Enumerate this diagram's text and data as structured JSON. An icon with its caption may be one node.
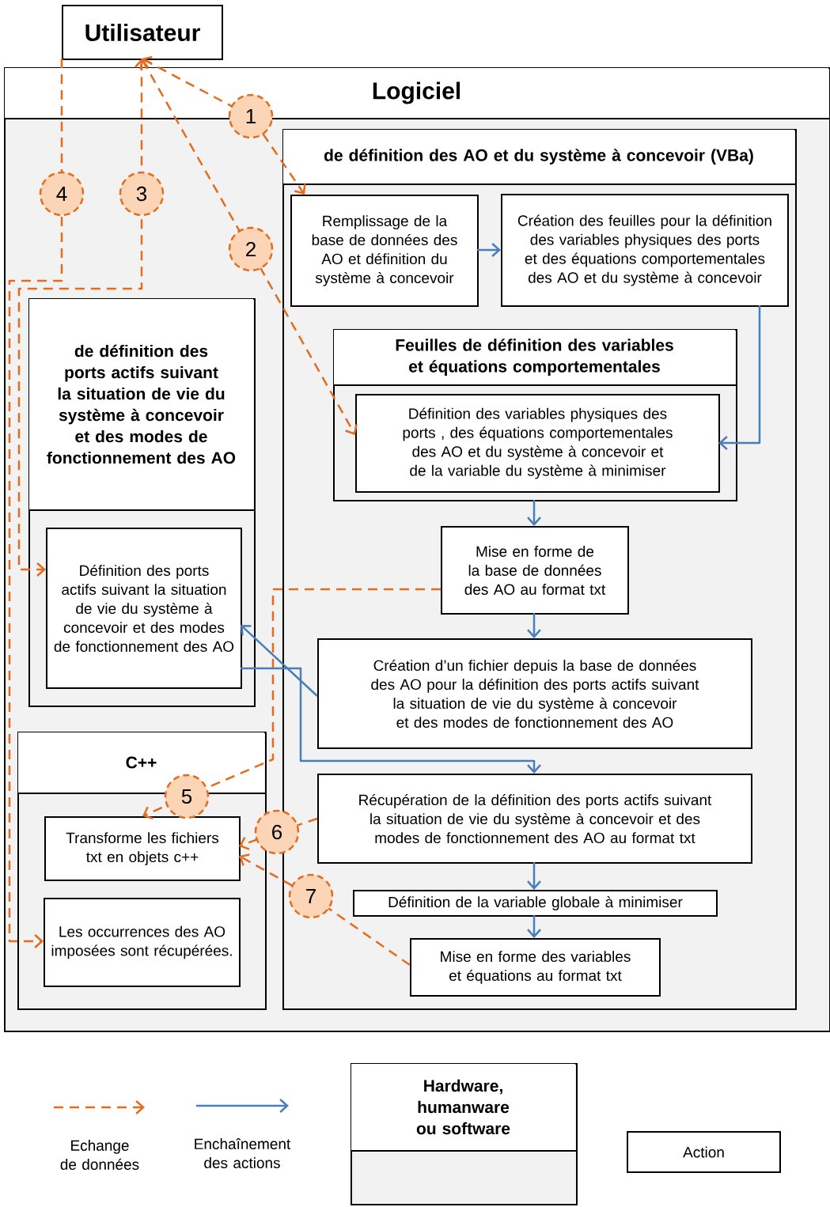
{
  "diagram": {
    "nodes": [
      {
        "text": [
          "Utilisateur"
        ]
      },
      {
        "text": [
          "Logiciel"
        ]
      },
      {
        "text": [
          "de définition des AO et du système à concevoir (VBa)"
        ],
        "in": 1
      },
      {
        "text": [
          "Remplissage de la base de données des AO et définition du système à concevoir"
        ],
        "in": 2
      },
      {
        "text": [
          "Création des feuilles pour la définition des variables physiques des ports et des équations comportementales des AO et du système à concevoir"
        ],
        "in": 2
      },
      {
        "text": [
          "Feuilles de définition des variables et équations comportementales"
        ],
        "in": 2
      },
      {
        "text": [
          "Définition des variables physiques des ports , des équations comportementales des AO et du système à concevoir et de la variable du système à minimiser"
        ],
        "in": 5
      },
      {
        "text": [
          "Mise en forme de la base de données des AO au format txt"
        ],
        "in": 2
      },
      {
        "text": [
          "Création d’un fichier depuis la base de données des AO pour la définition des ports actifs suivant la situation de vie du système à concevoir et des modes de fonctionnement des AO"
        ],
        "in": 2
      },
      {
        "text": [
          "Récupération de la définition des ports actifs suivant la situation de vie du système à concevoir et des modes de fonctionnement des AO au format txt"
        ],
        "in": 2
      },
      {
        "text": [
          "Définition de la variable globale à minimiser"
        ],
        "in": 2
      },
      {
        "text": [
          "Mise en forme des variables et équations au format txt"
        ],
        "in": 2
      },
      {
        "text": [
          "de définition des ports actifs suivant la situation de vie du système à concevoir et des modes de fonctionnement des AO"
        ],
        "in": 1
      },
      {
        "text": [
          "Définition des ports actifs suivant la situation de vie du système à concevoir et des modes de fonctionnement des AO"
        ],
        "in": 12
      },
      {
        "text": [
          "C++"
        ],
        "in": 1
      },
      {
        "text": [
          "Transforme les fichiers txt en objets c++"
        ],
        "in": 14
      },
      {
        "text": [
          "Les occurrences des AO imposées sont récupérées."
        ],
        "in": 14
      },
      {
        "text": [
          "Hardware, humanware ou software"
        ]
      },
      {
        "text": [
          "Action"
        ]
      }
    ],
    "edges": [
      {
        "from": 0,
        "to": 3,
        "arrow": "both",
        "label": "1",
        "style": "dashed",
        "color": "#e36c1e"
      },
      {
        "from": 0,
        "to": 6,
        "arrow": "both",
        "label": "2",
        "style": "dashed",
        "color": "#e36c1e"
      },
      {
        "from": 0,
        "to": 13,
        "arrow": "both",
        "label": "3",
        "style": "dashed",
        "color": "#e36c1e"
      },
      {
        "from": 0,
        "to": 16,
        "arrow": "to",
        "label": "4",
        "style": "dashed",
        "color": "#e36c1e"
      },
      {
        "from": 7,
        "to": 15,
        "arrow": "to",
        "label": "5",
        "style": "dashed",
        "color": "#e36c1e"
      },
      {
        "from": 9,
        "to": 15,
        "arrow": "to",
        "label": "6",
        "style": "dashed",
        "color": "#e36c1e"
      },
      {
        "from": 11,
        "to": 15,
        "arrow": "to",
        "label": "7",
        "style": "dashed",
        "color": "#e36c1e"
      },
      {
        "from": 3,
        "to": 4,
        "arrow": "to"
      },
      {
        "from": 4,
        "to": 6,
        "arrow": "to"
      },
      {
        "from": 5,
        "to": 7,
        "arrow": "to"
      },
      {
        "from": 7,
        "to": 8,
        "arrow": "to"
      },
      {
        "from": 8,
        "to": 13,
        "arrow": "to"
      },
      {
        "from": 13,
        "to": 9,
        "arrow": "to"
      },
      {
        "from": 9,
        "to": 10,
        "arrow": "to"
      },
      {
        "from": 10,
        "to": 11,
        "arrow": "to"
      }
    ],
    "legend": [
      {
        "text": "Echange de données"
      },
      {
        "text": "Enchaînement des actions"
      }
    ]
  }
}
